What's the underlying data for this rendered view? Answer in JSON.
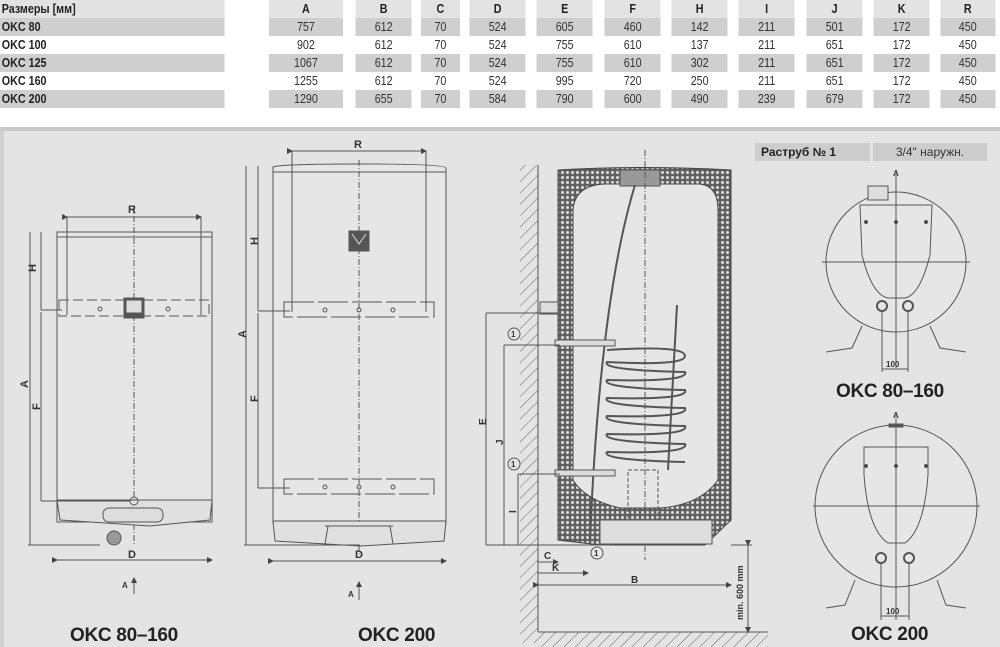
{
  "table": {
    "header_label": "Размеры [мм]",
    "columns": [
      "A",
      "B",
      "C",
      "D",
      "E",
      "F",
      "H",
      "I",
      "J",
      "K",
      "R"
    ],
    "rows": [
      {
        "model": "OKC 80",
        "values": [
          "757",
          "612",
          "70",
          "524",
          "605",
          "460",
          "142",
          "211",
          "501",
          "172",
          "450"
        ]
      },
      {
        "model": "OKC 100",
        "values": [
          "902",
          "612",
          "70",
          "524",
          "755",
          "610",
          "137",
          "211",
          "651",
          "172",
          "450"
        ]
      },
      {
        "model": "OKC 125",
        "values": [
          "1067",
          "612",
          "70",
          "524",
          "755",
          "610",
          "302",
          "211",
          "651",
          "172",
          "450"
        ]
      },
      {
        "model": "OKC 160",
        "values": [
          "1255",
          "612",
          "70",
          "524",
          "995",
          "720",
          "250",
          "211",
          "651",
          "172",
          "450"
        ]
      },
      {
        "model": "OKC 200",
        "values": [
          "1290",
          "655",
          "70",
          "584",
          "790",
          "600",
          "490",
          "239",
          "679",
          "172",
          "450"
        ]
      }
    ]
  },
  "connector": {
    "label": "Раструб № 1",
    "value": "3/4\" наружн."
  },
  "drawings": {
    "front_small": {
      "caption": "OKC 80–160",
      "labels": {
        "R": "R",
        "H": "H",
        "A": "A",
        "F": "F",
        "D": "D",
        "view": "A"
      }
    },
    "front_large": {
      "caption": "OKC 200",
      "labels": {
        "R": "R",
        "H": "H",
        "A": "A",
        "F": "F",
        "D": "D",
        "view": "A"
      }
    },
    "section": {
      "labels": {
        "E": "E",
        "J": "J",
        "I": "I",
        "C": "C",
        "K": "K",
        "B": "B",
        "marker": "1",
        "clearance": "min. 600 mm"
      }
    },
    "top_small": {
      "caption": "OKC 80–160",
      "labels": {
        "view": "A",
        "spacing": "100"
      }
    },
    "top_large": {
      "caption": "OKC 200",
      "labels": {
        "view": "A",
        "spacing": "100"
      }
    }
  },
  "colors": {
    "panel_bg": "#e4e4e4",
    "row_shade": "#cfcfcf",
    "line": "#555555",
    "insulation": "#8a8a8a"
  }
}
